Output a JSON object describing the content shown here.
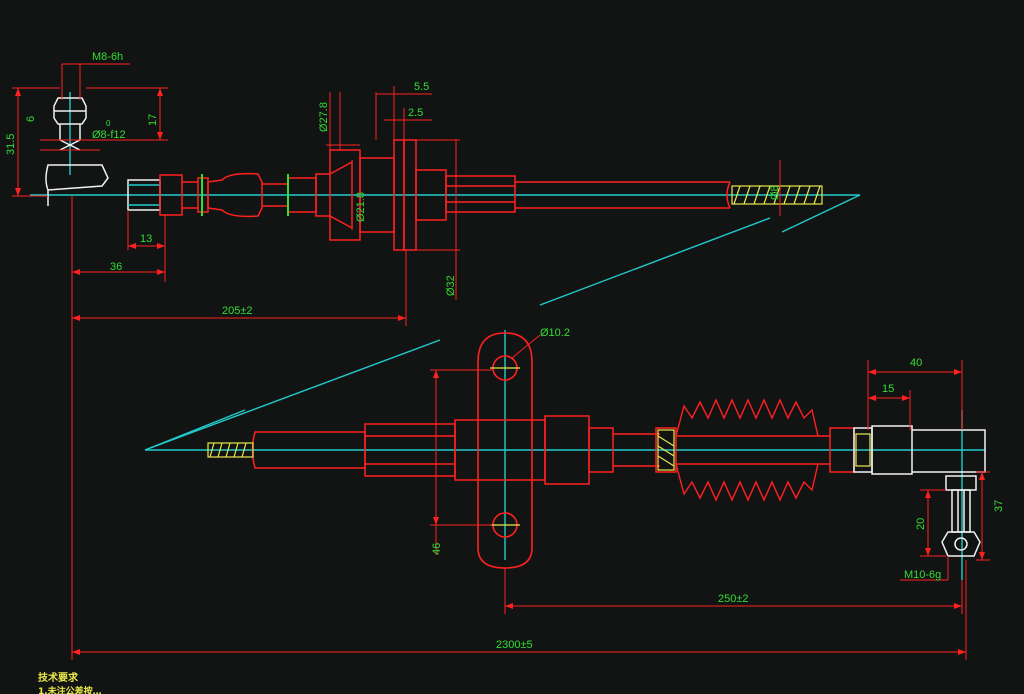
{
  "colors": {
    "background": "#121414",
    "outline": "#ff2020",
    "dimension": "#ff2020",
    "dimension_text": "#33dd33",
    "centerline": "#22cccc",
    "part_white": "#f2f2f2",
    "thread": "#e8e84a",
    "note_text": "#e8e84a"
  },
  "dimensions": {
    "m8_6h": "M8-6h",
    "d31_5": "31.5",
    "d17": "17",
    "d6": "6",
    "d8_f12": "Ø8-f12",
    "tol_0": "0",
    "d27_8": "Ø27.8",
    "d5_5": "5.5",
    "d2_5": "2.5",
    "d21_8": "Ø21.8",
    "d32": "Ø32",
    "d8_rod": "Ø8",
    "d13": "13",
    "d36": "36",
    "d205": "205±2",
    "d10_2": "Ø10.2",
    "d46": "46",
    "d40": "40",
    "d15": "15",
    "d20": "20",
    "d37": "37",
    "m10_6g": "M10-6g",
    "d250": "250±2",
    "d2300": "2300±5"
  },
  "notes": {
    "tech_req": "技术要求",
    "line2": "1.未注公差按…"
  }
}
